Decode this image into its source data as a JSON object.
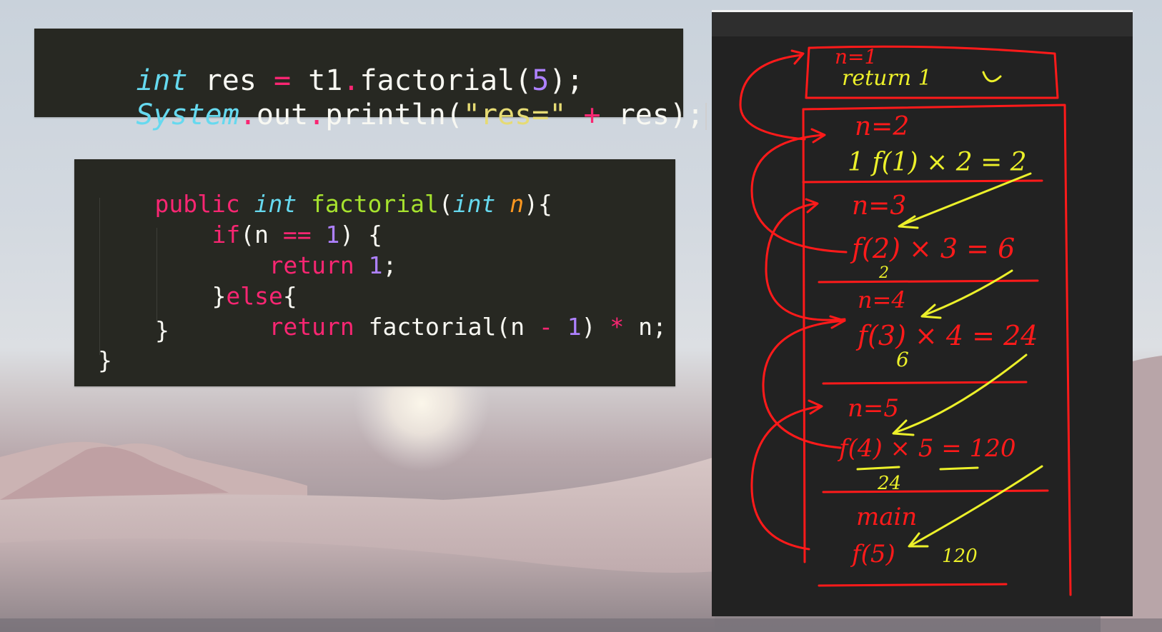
{
  "call_snippet": {
    "line1": {
      "type": "int",
      "var": "res",
      "eq": "=",
      "obj": "t1",
      "dot": ".",
      "method": "factorial(",
      "arg": "5",
      "close": ");"
    },
    "line2": {
      "cls": "System",
      "dot1": ".",
      "field": "out",
      "dot2": ".",
      "method": "println(",
      "str": "\"res=\"",
      "plus": "+",
      "var": "res);"
    }
  },
  "factorial_snippet": {
    "sig": {
      "mod": "public",
      "type": "int",
      "name": "factorial",
      "open": "(",
      "ptype": "int",
      "pname": "n",
      "close": "){"
    },
    "if_line": {
      "kw": "if",
      "open": "(n",
      "op": "==",
      "num": "1",
      "close": ") {"
    },
    "ret1": {
      "kw": "return",
      "num": "1",
      "semi": ";"
    },
    "else_line": {
      "brace": "}",
      "kw": "else",
      "open": "{"
    },
    "ret2": {
      "kw": "return",
      "call": "factorial(n",
      "minus": "-",
      "num": "1",
      "close": ")",
      "mul": "*",
      "tail": "n;"
    },
    "close_inner": "}",
    "close_outer": "}"
  },
  "whiteboard": {
    "frames": [
      {
        "label": "n=1",
        "expr": "return 1"
      },
      {
        "label": "n=2",
        "expr": "1 f(1) × 2 = 2"
      },
      {
        "label": "n=3",
        "expr": "f(2) × 3 = 6",
        "sub": "2"
      },
      {
        "label": "n=4",
        "expr": "f(3) × 4 = 24",
        "sub": "6"
      },
      {
        "label": "n=5",
        "expr": "f(4) × 5 = 120",
        "sub": "24"
      },
      {
        "label": "main",
        "expr": "f(5)",
        "result": "120"
      }
    ]
  },
  "colors": {
    "code_bg": "#272822",
    "keyword": "#f92672",
    "type": "#66d9ef",
    "function": "#a6e22e",
    "number": "#ae81ff",
    "string": "#e6db74",
    "param": "#fd971f",
    "ink_red": "#ff1a1a",
    "ink_yellow": "#ecf02a"
  }
}
